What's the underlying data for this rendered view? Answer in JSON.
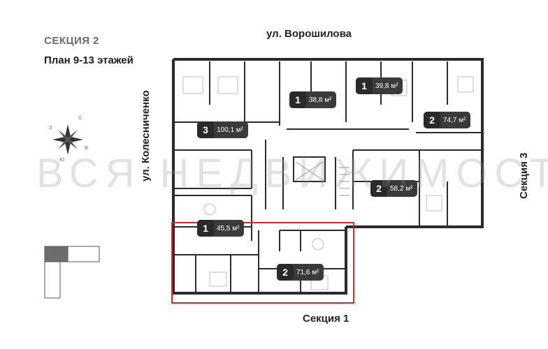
{
  "header": {
    "section": "СЕКЦИЯ 2",
    "floors": "План 9-13 этажей"
  },
  "streets": {
    "top": "ул. Ворошилова",
    "left": "ул. Колесниченко"
  },
  "sections": {
    "right": "Секция 3",
    "bottom": "Секция 1"
  },
  "watermark": "ВСЯ НЕДВИЖИМОСТЬ",
  "compass": [
    "С",
    "В",
    "Ю",
    "З"
  ],
  "apartments": [
    {
      "rooms": "3",
      "area": "100,1 м²"
    },
    {
      "rooms": "1",
      "area": "38,8 м²"
    },
    {
      "rooms": "1",
      "area": "39,8 м²"
    },
    {
      "rooms": "2",
      "area": "74,7 м²"
    },
    {
      "rooms": "2",
      "area": "58,2 м²"
    },
    {
      "rooms": "1",
      "area": "45,5 м²"
    },
    {
      "rooms": "2",
      "area": "71,6 м²"
    }
  ],
  "colors": {
    "wall": "#2b2b2b",
    "highlight": "#d42a2a",
    "badge": "#3a3a3a"
  }
}
